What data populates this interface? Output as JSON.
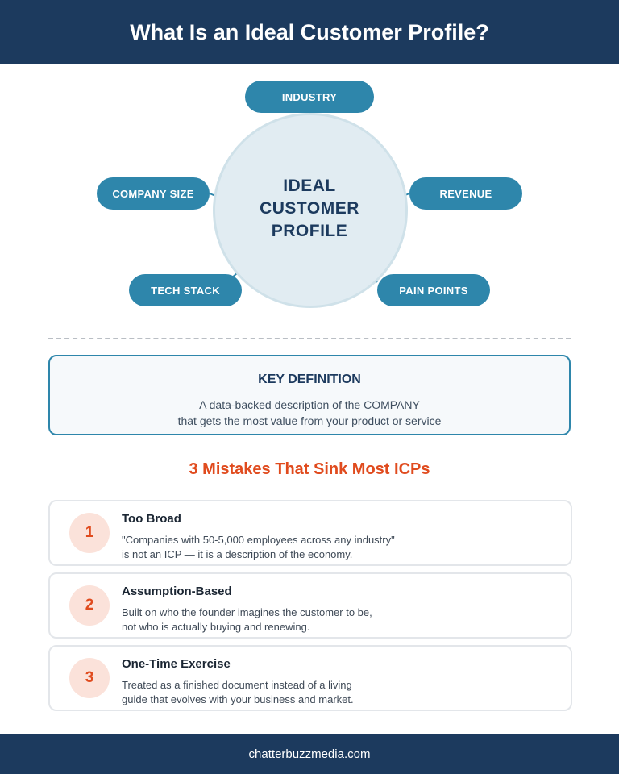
{
  "header": {
    "title": "What Is an Ideal Customer Profile?"
  },
  "diagram": {
    "center_label": [
      "IDEAL",
      "CUSTOMER",
      "PROFILE"
    ],
    "nodes": {
      "industry": "INDUSTRY",
      "company_size": "COMPANY SIZE",
      "revenue": "REVENUE",
      "tech_stack": "TECH STACK",
      "pain_points": "PAIN POINTS"
    }
  },
  "definition": {
    "title": "KEY DEFINITION",
    "lines": [
      "A data-backed description of the COMPANY",
      "that gets the most value from your product or service"
    ]
  },
  "mistakes": {
    "title": "3 Mistakes That Sink Most ICPs",
    "items": [
      {
        "number": "1",
        "title": "Too Broad",
        "lines": [
          "\"Companies with 50-5,000 employees across any industry\"",
          "is not an ICP — it is a description of the economy."
        ]
      },
      {
        "number": "2",
        "title": "Assumption-Based",
        "lines": [
          "Built on who the founder imagines the customer to be,",
          "not who is actually buying and renewing."
        ]
      },
      {
        "number": "3",
        "title": "One-Time Exercise",
        "lines": [
          "Treated as a finished document instead of a living",
          "guide that evolves with your business and market."
        ]
      }
    ]
  },
  "footer": {
    "text": "chatterbuzzmedia.com"
  },
  "colors": {
    "navy": "#1c3a5e",
    "teal": "#2e86ab",
    "accent": "#e04b1e",
    "circle_fill": "#e1ecf2"
  }
}
